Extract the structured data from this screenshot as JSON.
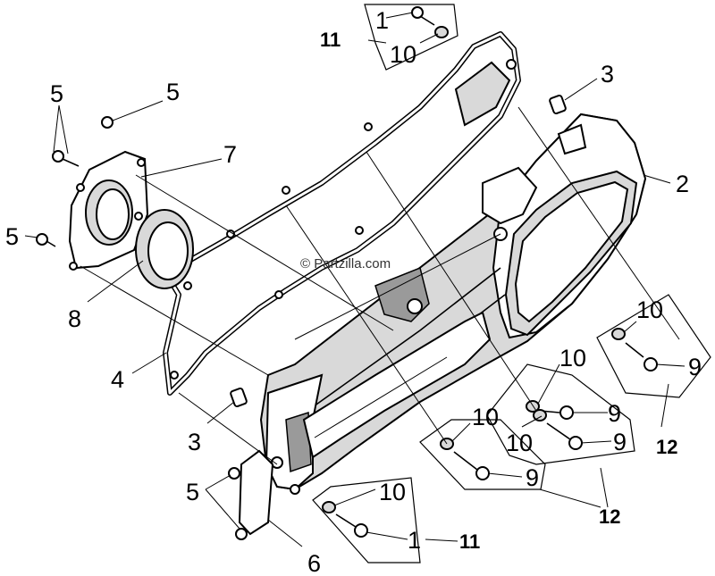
{
  "watermark": "© Partzilla.com",
  "callouts": {
    "c1_top": "1",
    "c10_top": "10",
    "c11_top": "11",
    "c3_top": "3",
    "c2": "2",
    "c5_a": "5",
    "c5_b": "5",
    "c7": "7",
    "c5_c": "5",
    "c8": "8",
    "c4": "4",
    "c3_bottom": "3",
    "c5_d": "5",
    "c6": "6",
    "c10_bottom": "10",
    "c1_bottom": "1",
    "c11_bottom": "11",
    "c10_r1": "10",
    "c9_r1": "9",
    "c12_r": "12",
    "c10_r2": "10",
    "c9_r2": "9",
    "c10_r3": "10",
    "c9_r3": "9",
    "c10_r4": "10",
    "c9_r4": "9",
    "c12_b": "12"
  }
}
